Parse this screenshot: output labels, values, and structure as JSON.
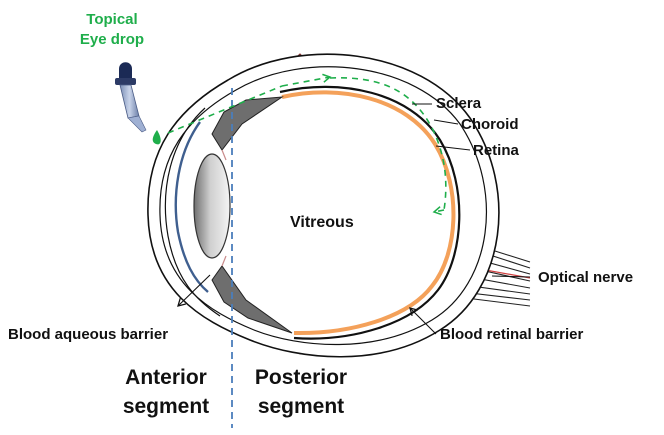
{
  "labels": {
    "topical_line1": "Topical",
    "topical_line2": "Eye drop",
    "sclera": "Sclera",
    "choroid": "Choroid",
    "retina": "Retina",
    "vitreous": "Vitreous",
    "optical_nerve": "Optical nerve",
    "blood_aqueous_barrier": "Blood aqueous barrier",
    "blood_retinal_barrier": "Blood retinal barrier",
    "anterior_line1": "Anterior",
    "anterior_line2": "segment",
    "posterior_line1": "Posterior",
    "posterior_line2": "segment"
  },
  "colors": {
    "green": "#1fae4b",
    "retina_orange": "#f4a15a",
    "muscle": "#c0504d",
    "dashed_divider": "#4a7ebb",
    "iris_blue": "#3f5f8f"
  },
  "icons": {
    "dropper": "eye-dropper-icon",
    "droplet": "droplet-icon"
  }
}
